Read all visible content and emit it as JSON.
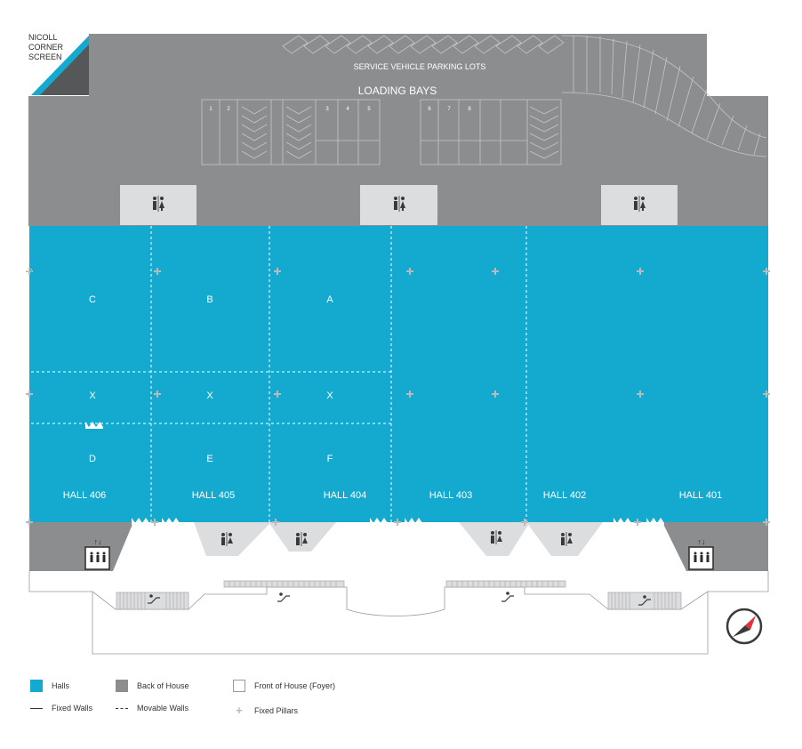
{
  "corner": {
    "line1": "NICOLL",
    "line2": "CORNER",
    "line3": "SCREEN"
  },
  "parking": {
    "label": "SERVICE VEHICLE PARKING LOTS"
  },
  "loading": {
    "label": "LOADING BAYS",
    "bays": [
      "1",
      "2",
      "3",
      "4",
      "5",
      "6",
      "7",
      "8"
    ]
  },
  "halls": [
    {
      "name": "HALL 406",
      "sections": [
        "C",
        "X",
        "D"
      ]
    },
    {
      "name": "HALL 405",
      "sections": [
        "B",
        "X",
        "E"
      ]
    },
    {
      "name": "HALL 404",
      "sections": [
        "A",
        "X",
        "F"
      ]
    },
    {
      "name": "HALL 403"
    },
    {
      "name": "HALL 402"
    },
    {
      "name": "HALL 401"
    }
  ],
  "colors": {
    "hall": "#14a9cf",
    "back_of_house": "#8c8d8f",
    "front_of_house": "#ffffff",
    "pillar": "#b9babc"
  },
  "icons": [
    "toilet-icon",
    "lift-icon",
    "escalator-icon",
    "compass-icon"
  ],
  "legend": {
    "halls": "Halls",
    "back_of_house": "Back of House",
    "front_of_house": "Front of House (Foyer)",
    "fixed_walls": "Fixed Walls",
    "movable_walls": "Movable Walls",
    "fixed_pillars": "Fixed Pillars"
  }
}
